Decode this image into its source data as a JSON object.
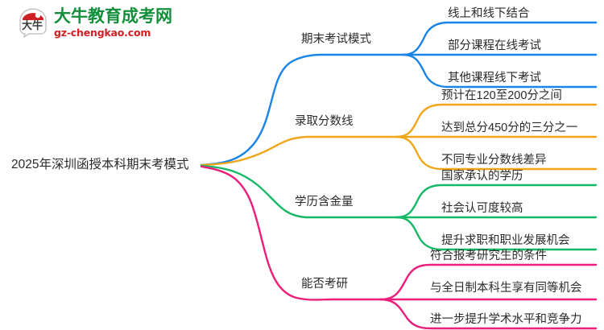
{
  "logo": {
    "mark_text": "大牛",
    "title": "大牛教育成考网",
    "subtitle": "gz-chengkao.com",
    "title_color": "#138f3c",
    "subtitle_color": "#cf1f24",
    "mark_color": "#cf1f24"
  },
  "mindmap": {
    "root": {
      "label": "2025年深圳函授本科期末考模式"
    },
    "branches": [
      {
        "label": "期末考试模式",
        "color": "#1b84e8",
        "children": [
          {
            "label": "线上和线下结合"
          },
          {
            "label": "部分课程在线考试"
          },
          {
            "label": "其他课程线下考试"
          }
        ]
      },
      {
        "label": "录取分数线",
        "color": "#efa719",
        "children": [
          {
            "label": "预计在120至200分之间"
          },
          {
            "label": "达到总分450分的三分之一"
          },
          {
            "label": "不同专业分数线差异"
          }
        ]
      },
      {
        "label": "学历含金量",
        "color": "#14b866",
        "children": [
          {
            "label": "国家承认的学历"
          },
          {
            "label": "社会认可度较高"
          },
          {
            "label": "提升求职和职业发展机会"
          }
        ]
      },
      {
        "label": "能否考研",
        "color": "#ec1e79",
        "children": [
          {
            "label": "符合报考研究生的条件"
          },
          {
            "label": "与全日制本科生享有同等机会"
          },
          {
            "label": "进一步提升学术水平和竞争力"
          }
        ]
      }
    ]
  }
}
